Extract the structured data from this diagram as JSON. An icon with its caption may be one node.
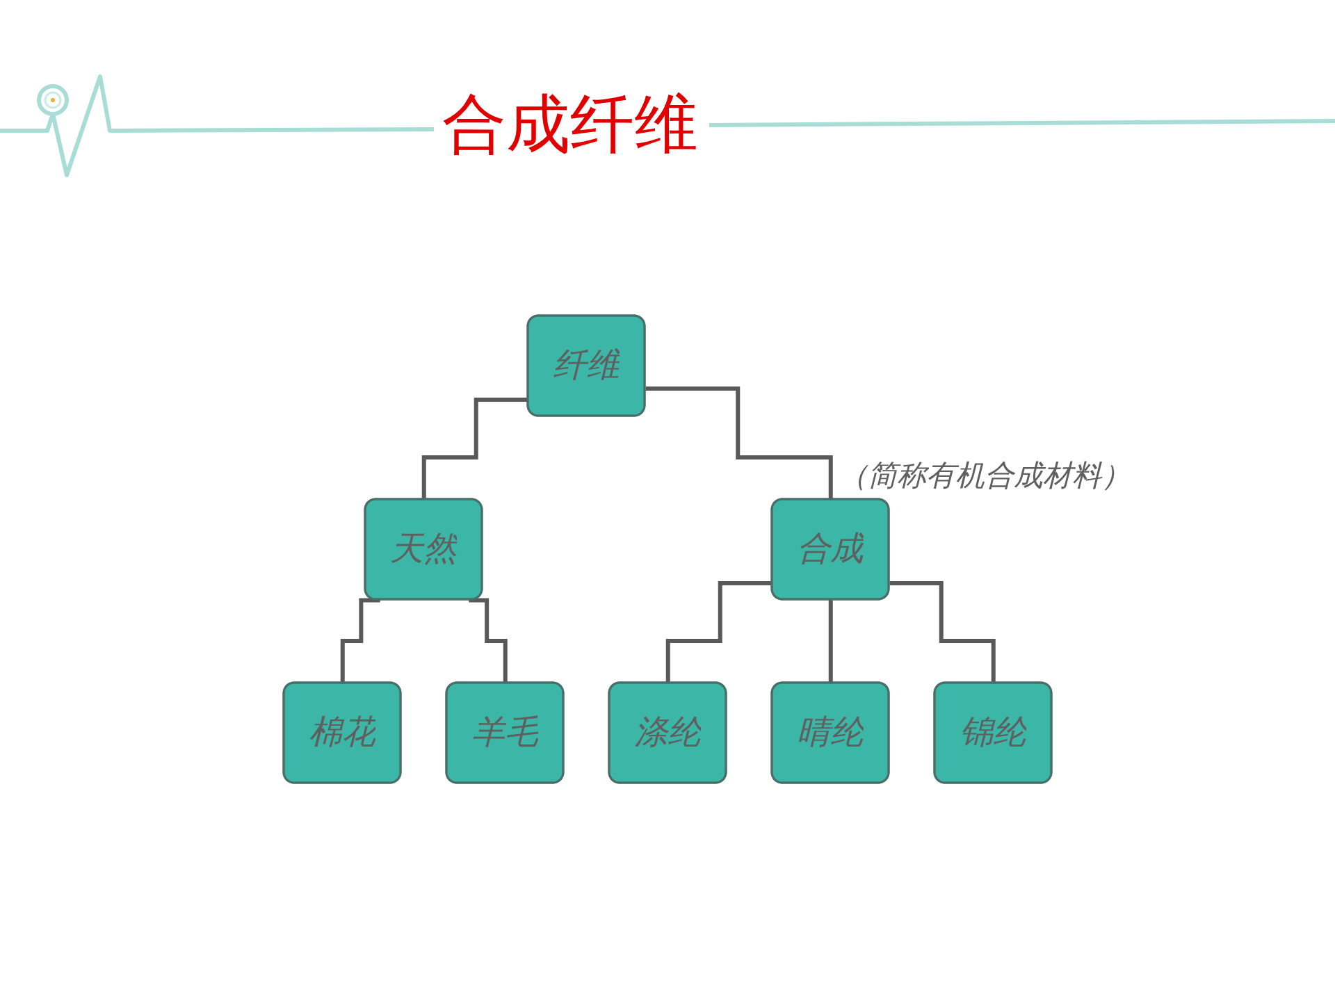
{
  "diagram": {
    "title": "合成纤维",
    "nodes": [
      {
        "text": [
          "纤维"
        ]
      },
      {
        "text": [
          "天然"
        ]
      },
      {
        "text": [
          "合成"
        ],
        "beside": [
          "（简称有机合成材料）"
        ]
      },
      {
        "text": [
          "棉花"
        ]
      },
      {
        "text": [
          "羊毛"
        ]
      },
      {
        "text": [
          "涤纶"
        ]
      },
      {
        "text": [
          "晴纶"
        ]
      },
      {
        "text": [
          "锦纶"
        ]
      }
    ],
    "edges": [
      {
        "from": 0,
        "to": 1,
        "arrow": "none"
      },
      {
        "from": 0,
        "to": 2,
        "arrow": "none"
      },
      {
        "from": 1,
        "to": 3,
        "arrow": "none"
      },
      {
        "from": 1,
        "to": 4,
        "arrow": "none"
      },
      {
        "from": 2,
        "to": 5,
        "arrow": "none"
      },
      {
        "from": 2,
        "to": 6,
        "arrow": "none"
      },
      {
        "from": 2,
        "to": 7,
        "arrow": "none"
      }
    ]
  }
}
